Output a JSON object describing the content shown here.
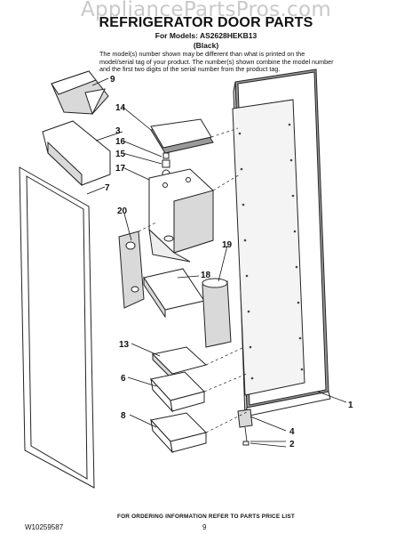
{
  "header": {
    "watermark": "AppliancePartsPros.com",
    "title": "REFRIGERATOR DOOR PARTS",
    "models": "For Models: AS2628HEKB13",
    "color_note": "(Black)",
    "disclaimer": "The model(s) number shown may be different than what is printed on the model/serial tag of your product. The number(s) shown combine the model number and the first two digits of the serial number from the product tag."
  },
  "callouts": [
    "9",
    "14",
    "3",
    "16",
    "15",
    "17",
    "7",
    "20",
    "19",
    "18",
    "13",
    "6",
    "8",
    "1",
    "4",
    "2"
  ],
  "footer": {
    "ordering_note": "FOR ORDERING INFORMATION REFER TO PARTS PRICE LIST",
    "doc_number": "W10259587",
    "page_number": "9"
  }
}
